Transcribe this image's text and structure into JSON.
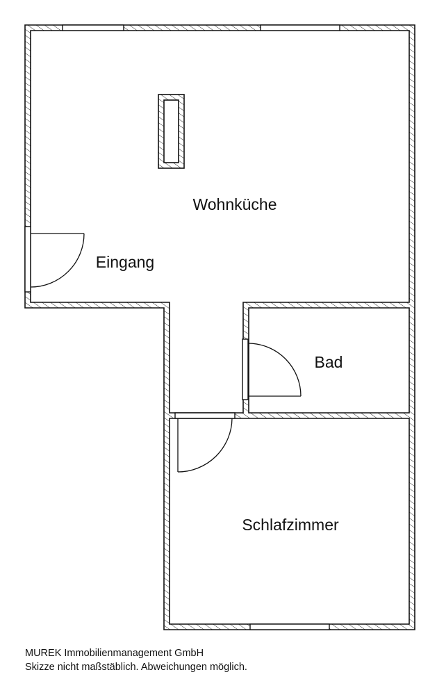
{
  "rooms": {
    "living_kitchen": "Wohnküche",
    "entrance": "Eingang",
    "bathroom": "Bad",
    "bedroom": "Schlafzimmer"
  },
  "footer": {
    "company": "MUREK Immobilienmanagement GmbH",
    "disclaimer": "Skizze nicht maßstäblich. Abweichungen möglich."
  },
  "colors": {
    "line": "#111111",
    "background": "#ffffff"
  }
}
